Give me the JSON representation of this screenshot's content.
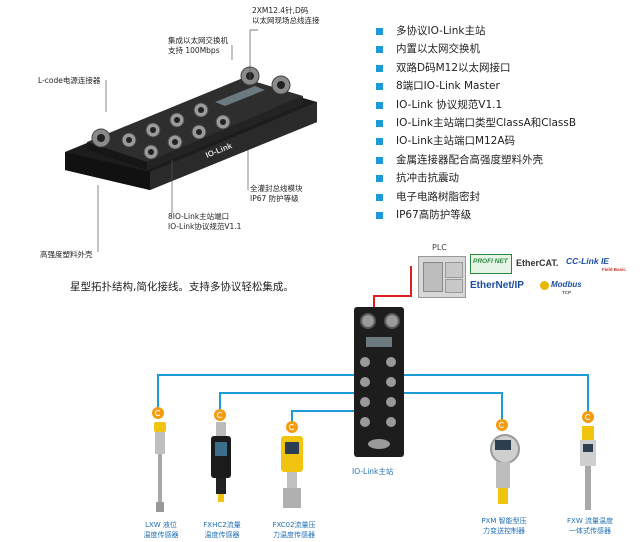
{
  "callouts": {
    "m12_d": "2XM12.4针,D码",
    "m12_d_sub": "以太网现场总线连接",
    "switch": "集成以太网交换机",
    "switch_speed": "支持 100Mbps",
    "lcode": "L-code电源连接器",
    "ports": "8IO-Link主站端口",
    "ports_sub": "IO-Link协议规范V1.1",
    "potting": "全灌封总线模块",
    "ip67": "IP67 防护等级",
    "housing": "高强度塑料外壳",
    "product_logo": "IO-Link"
  },
  "features": [
    "多协议IO-Link主站",
    "内置以太网交换机",
    "双路D码M12以太网接口",
    "8端口IO-Link Master",
    "IO-Link 协议规范V1.1",
    "IO-Link主站端口类型ClassA和ClassB",
    "IO-Link主站端口M12A码",
    "金属连接器配合高强度塑料外壳",
    "抗冲击抗震动",
    "电子电路树脂密封",
    "IP67高防护等级"
  ],
  "tagline": "星型拓扑结构,简化接线。支持多协议轻松集成。",
  "plc": {
    "label": "PLC"
  },
  "protocols": {
    "profinet": "PROFI NET",
    "ethercat": "EtherCAT.",
    "cclink": "CC-Link IE",
    "cclink_sub": "Field Basic",
    "ethernetip": "EtherNet/IP",
    "modbus": "Modbus",
    "modbus_sub": "TCP"
  },
  "master_label": "IO-Link主站",
  "devices": [
    {
      "line1": "LXW 液位",
      "line2": "温度传感器"
    },
    {
      "line1": "FXHC2流量",
      "line2": "温度传感器"
    },
    {
      "line1": "FXC02流量压",
      "line2": "力温度传感器"
    },
    {
      "line1": "PXM 智能型压",
      "line2": "力变送控制器"
    },
    {
      "line1": "FXW 流量温度",
      "line2": "一体式传感器"
    }
  ],
  "colors": {
    "accent": "#1e9ad6",
    "link": "#e02020",
    "iolink": "#f39c12"
  }
}
